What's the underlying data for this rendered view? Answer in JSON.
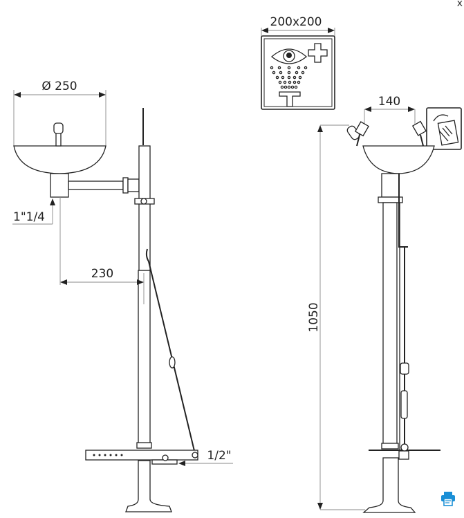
{
  "close_label": "x",
  "print_icon": "print-icon",
  "colors": {
    "print": "#1a8fd6",
    "line": "#222222",
    "dimension": "#888888"
  },
  "dimensions": {
    "basin_diameter": "Ø 250",
    "drain_size": "1\"1/4",
    "basin_offset": "230",
    "supply_size": "1/2\"",
    "sign_size": "200x200",
    "nozzle_spacing": "140",
    "height": "1050"
  }
}
